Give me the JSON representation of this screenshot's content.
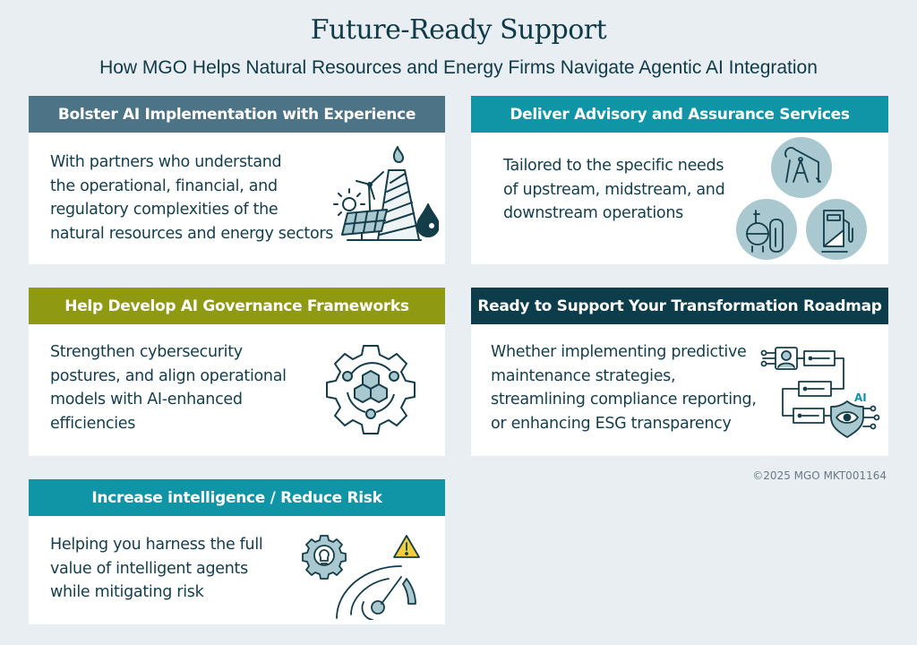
{
  "header": {
    "title": "Future-Ready Support",
    "subtitle": "How MGO Helps Natural Resources and Energy Firms Navigate Agentic AI Integration"
  },
  "colors": {
    "background": "#e9eef2",
    "slate": "#4d7387",
    "teal": "#0f95a6",
    "olive": "#8f9a12",
    "navy": "#0d3d4b",
    "text": "#143d4a",
    "icon_fill": "#a9c8d0",
    "warning": "#f2cf3a"
  },
  "cards": [
    {
      "title": "Bolster AI Implementation with Experience",
      "lines": [
        "With partners who understand",
        "the operational, financial, and",
        "regulatory complexities of the",
        "natural resources and energy sectors"
      ],
      "icon": "energy-infrastructure-icon"
    },
    {
      "title": "Deliver Advisory and Assurance Services",
      "lines": [
        "Tailored to the specific needs",
        "of upstream, midstream, and",
        "downstream operations"
      ],
      "icon": "oil-pump-refinery-fuel-icon"
    },
    {
      "title": "Help Develop AI Governance Frameworks",
      "lines": [
        "Strengthen cybersecurity",
        "postures, and align operational",
        "models with AI-enhanced",
        "efficiencies"
      ],
      "icon": "gear-cubes-icon"
    },
    {
      "title": "Ready to Support Your Transformation Roadmap",
      "lines": [
        "Whether implementing predictive",
        "maintenance strategies,",
        "streamlining compliance reporting,",
        "or enhancing ESG transparency"
      ],
      "icon": "ai-workflow-shield-icon",
      "icon_label": "AI"
    },
    {
      "title": "Increase intelligence / Reduce Risk",
      "lines": [
        "Helping you harness the full",
        "value of intelligent agents",
        "while mitigating risk"
      ],
      "icon": "gauge-warning-icon",
      "icon_label": "!"
    }
  ],
  "footer": {
    "copyright": "©2025 MGO MKT001164"
  }
}
